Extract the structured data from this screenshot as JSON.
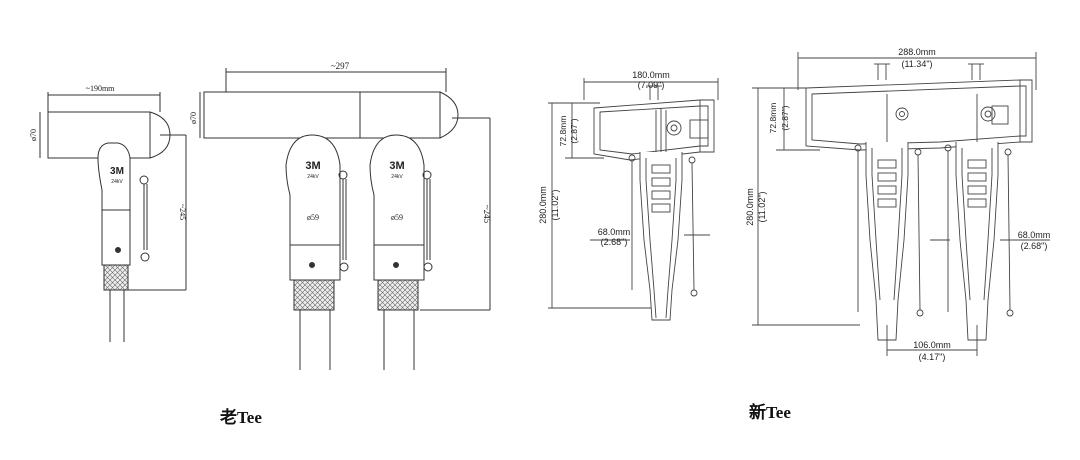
{
  "old_tee": {
    "caption": "老Tee",
    "single": {
      "dim_length": "~190mm",
      "dim_height": "~245",
      "dim_diameter": "ø70",
      "logo": "3M",
      "voltage": "24kV"
    },
    "double": {
      "dim_length": "~297",
      "dim_height": "~245",
      "dim_diameter": "ø70",
      "logo_left": "3M",
      "logo_right": "3M",
      "voltage_left": "24kV",
      "voltage_right": "24kV",
      "bore_left": "ø59",
      "bore_right": "ø59"
    }
  },
  "new_tee": {
    "caption": "新Tee",
    "single": {
      "width_mm": "180.0mm",
      "width_in": "(7.09\")",
      "top_mm": "72.8mm",
      "top_in": "(2.87\")",
      "height_mm": "280.0mm",
      "height_in": "(11.02\")",
      "offset_mm": "68.0mm",
      "offset_in": "(2.68\")"
    },
    "double": {
      "width_mm": "288.0mm",
      "width_in": "(11.34\")",
      "top_mm": "72.8mm",
      "top_in": "(2.87\")",
      "height_mm": "280.0mm",
      "height_in": "(11.02\")",
      "offset_mm": "68.0mm",
      "offset_in": "(2.68\")",
      "spacing_mm": "106.0mm",
      "spacing_in": "(4.17\")"
    }
  }
}
